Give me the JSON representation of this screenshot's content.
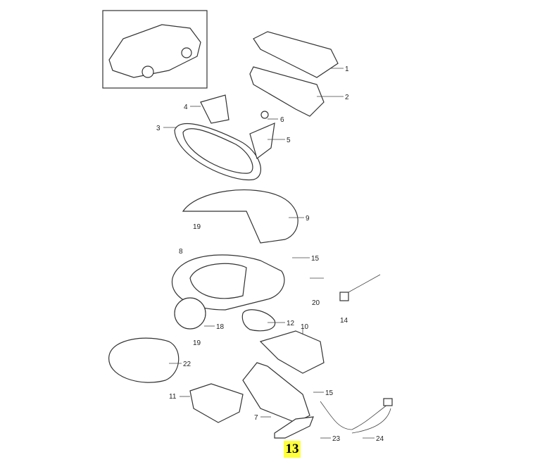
{
  "labels": {
    "p1": "1",
    "p2": "2",
    "p3": "3",
    "p4": "4",
    "p5": "5",
    "p6": "6",
    "p7": "7",
    "p8": "8",
    "p9": "9",
    "p10": "10",
    "p11": "11",
    "p12": "12",
    "p14": "14",
    "p15a": "15",
    "p15b": "15",
    "p18": "18",
    "p19a": "19",
    "p19b": "19",
    "p20": "20",
    "p22": "22",
    "p23": "23",
    "p24": "24"
  },
  "highlight_label": "13",
  "colors": {
    "highlight": "#ffff3b"
  }
}
